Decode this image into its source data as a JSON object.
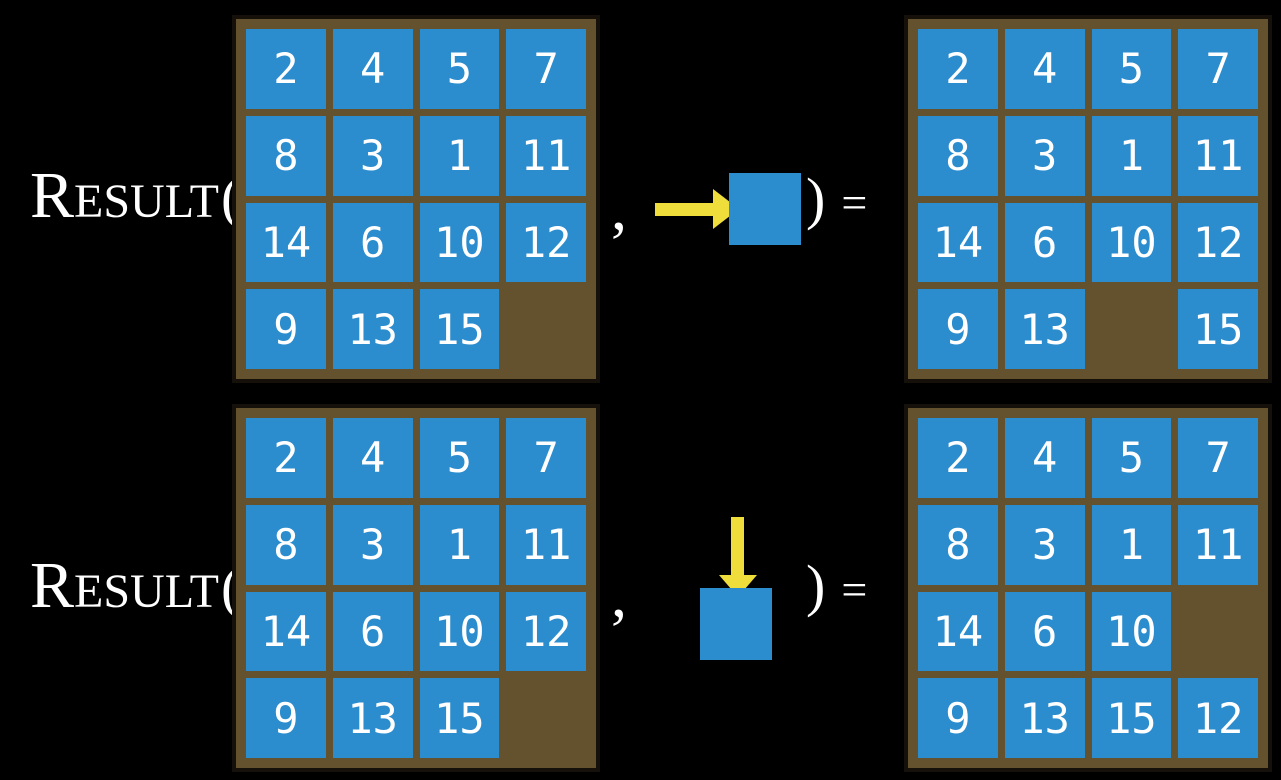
{
  "colors": {
    "background": "#000000",
    "tile": "#2B8CCE",
    "board": "#64522F",
    "board-border": "#15100A",
    "arrow": "#EFDD3B",
    "text": "#FFFFFF"
  },
  "function": {
    "name_initial": "R",
    "name_rest": "ESULT",
    "open_paren": "(",
    "comma": ",",
    "close_paren": ")",
    "equals": "="
  },
  "examples": [
    {
      "move_direction": "right",
      "input_board": [
        [
          2,
          4,
          5,
          7
        ],
        [
          8,
          3,
          1,
          11
        ],
        [
          14,
          6,
          10,
          12
        ],
        [
          9,
          13,
          15,
          null
        ]
      ],
      "output_board": [
        [
          2,
          4,
          5,
          7
        ],
        [
          8,
          3,
          1,
          11
        ],
        [
          14,
          6,
          10,
          12
        ],
        [
          9,
          13,
          null,
          15
        ]
      ]
    },
    {
      "move_direction": "down",
      "input_board": [
        [
          2,
          4,
          5,
          7
        ],
        [
          8,
          3,
          1,
          11
        ],
        [
          14,
          6,
          10,
          12
        ],
        [
          9,
          13,
          15,
          null
        ]
      ],
      "output_board": [
        [
          2,
          4,
          5,
          7
        ],
        [
          8,
          3,
          1,
          11
        ],
        [
          14,
          6,
          10,
          null
        ],
        [
          9,
          13,
          15,
          12
        ]
      ]
    }
  ]
}
